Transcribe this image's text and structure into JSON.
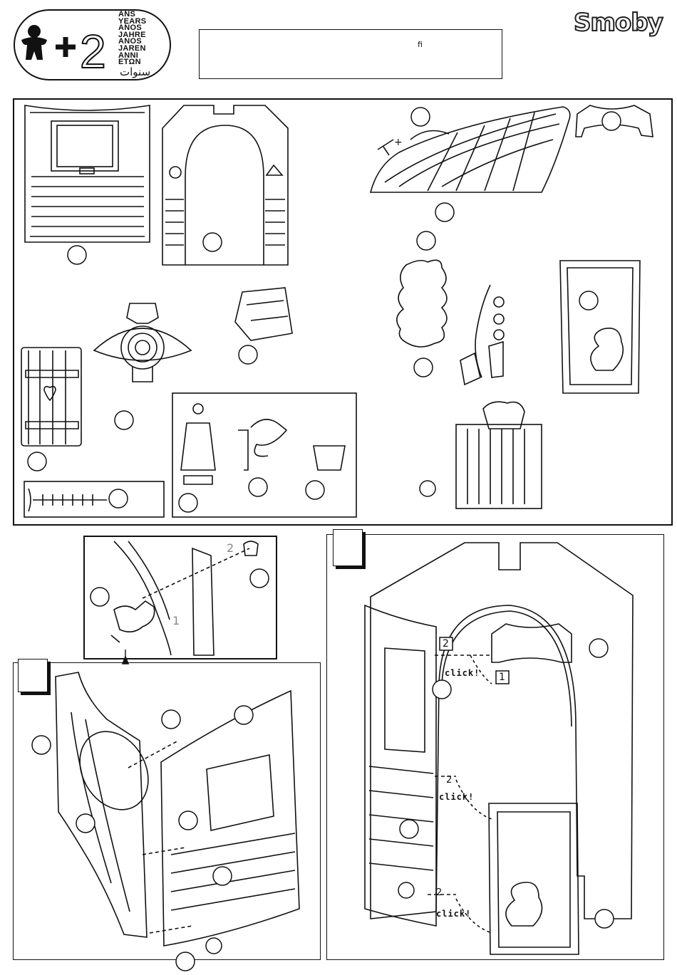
{
  "age_badge": {
    "plus": "+",
    "age": "2",
    "words": [
      "ANS",
      "YEARS",
      "AÑOS",
      "JAHRE",
      "ANOS",
      "JAREN",
      "ANNI",
      "ΕΤΩΝ"
    ],
    "arabic": "سنوات"
  },
  "brand": {
    "name": "Smoby"
  },
  "notice_box": {
    "text": "ﬁ"
  },
  "parts_panel": {
    "pen_plus": "+"
  },
  "step_b": {
    "labels": [
      "2",
      "1"
    ],
    "click_labels": [
      "click!",
      "click!",
      "click!"
    ],
    "small_steps": [
      "2",
      "1",
      "2"
    ]
  },
  "detail_inset": {
    "labels": [
      "2",
      "1"
    ]
  }
}
